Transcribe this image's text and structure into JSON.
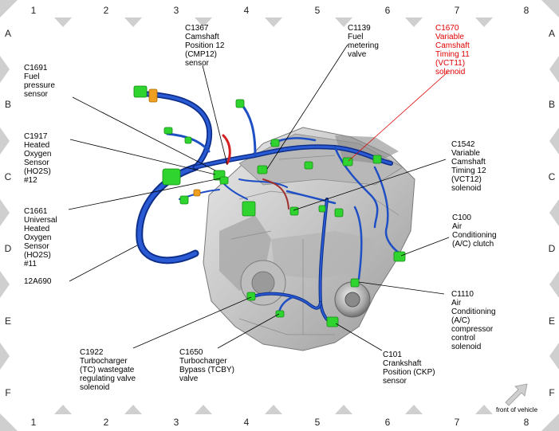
{
  "grid": {
    "columns": [
      "1",
      "2",
      "3",
      "4",
      "5",
      "6",
      "7",
      "8"
    ],
    "rows": [
      "A",
      "B",
      "C",
      "D",
      "E",
      "F"
    ]
  },
  "callouts": {
    "c1367": "C1367\nCamshaft\nPosition 12\n(CMP12)\nsensor",
    "c1139": "C1139\nFuel\nmetering\nvalve",
    "c1670": "C1670\nVariable\nCamshaft\nTiming 11\n(VCT11)\nsolenoid",
    "c1691": "C1691\nFuel\npressure\nsensor",
    "c1917": "C1917\nHeated\nOxygen\nSensor\n(HO2S)\n#12",
    "c1542": "C1542\nVariable\nCamshaft\nTiming 12\n(VCT12)\nsolenoid",
    "c1661": "C1661\nUniversal\nHeated\nOxygen\nSensor\n(HO2S)\n#11",
    "c100": "C100\nAir\nConditioning\n(A/C) clutch",
    "ref12a690": "12A690",
    "c1110": "C1110\nAir\nConditioning\n(A/C)\ncompressor\ncontrol\nsolenoid",
    "c1922": "C1922\nTurbocharger\n(TC) wastegate\nregulating valve\nsolenoid",
    "c1650": "C1650\nTurbocharger\nBypass (TCBY)\nvalve",
    "c101": "C101\nCrankshaft\nPosition (CKP)\nsensor"
  },
  "orientation": {
    "label": "front of vehicle",
    "icon": "arrow-up-right-icon"
  },
  "colors": {
    "harness": "#1f4fc4",
    "harness_dark": "#0d2f8a",
    "connector": "#2fd42f",
    "highlight": "#e00000",
    "engine": "#c9c9c9"
  }
}
